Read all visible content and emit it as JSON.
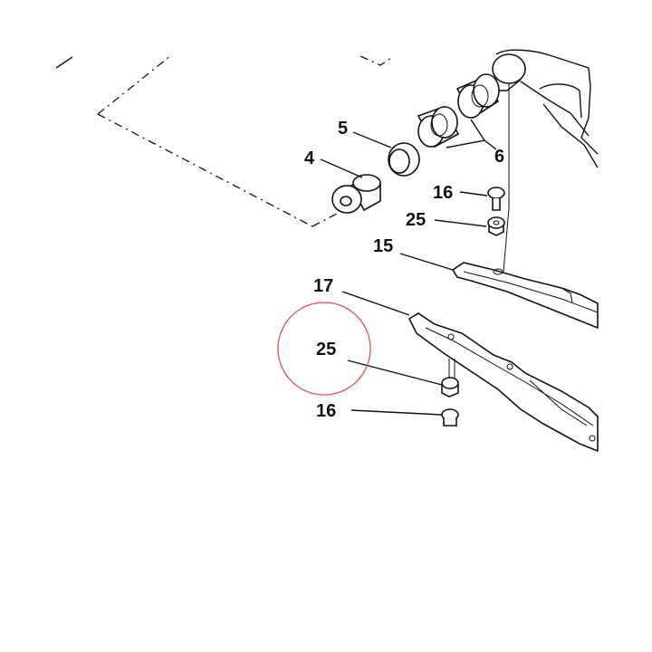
{
  "callouts": {
    "part_4": "4",
    "part_5": "5",
    "part_6": "6",
    "part_16_top": "16",
    "part_25_top": "25",
    "part_15": "15",
    "part_17": "17",
    "part_25_circled": "25",
    "part_16_bottom": "16"
  },
  "colors": {
    "line": "#111111",
    "highlight_circle": "#d9534f",
    "background": "#ffffff"
  }
}
